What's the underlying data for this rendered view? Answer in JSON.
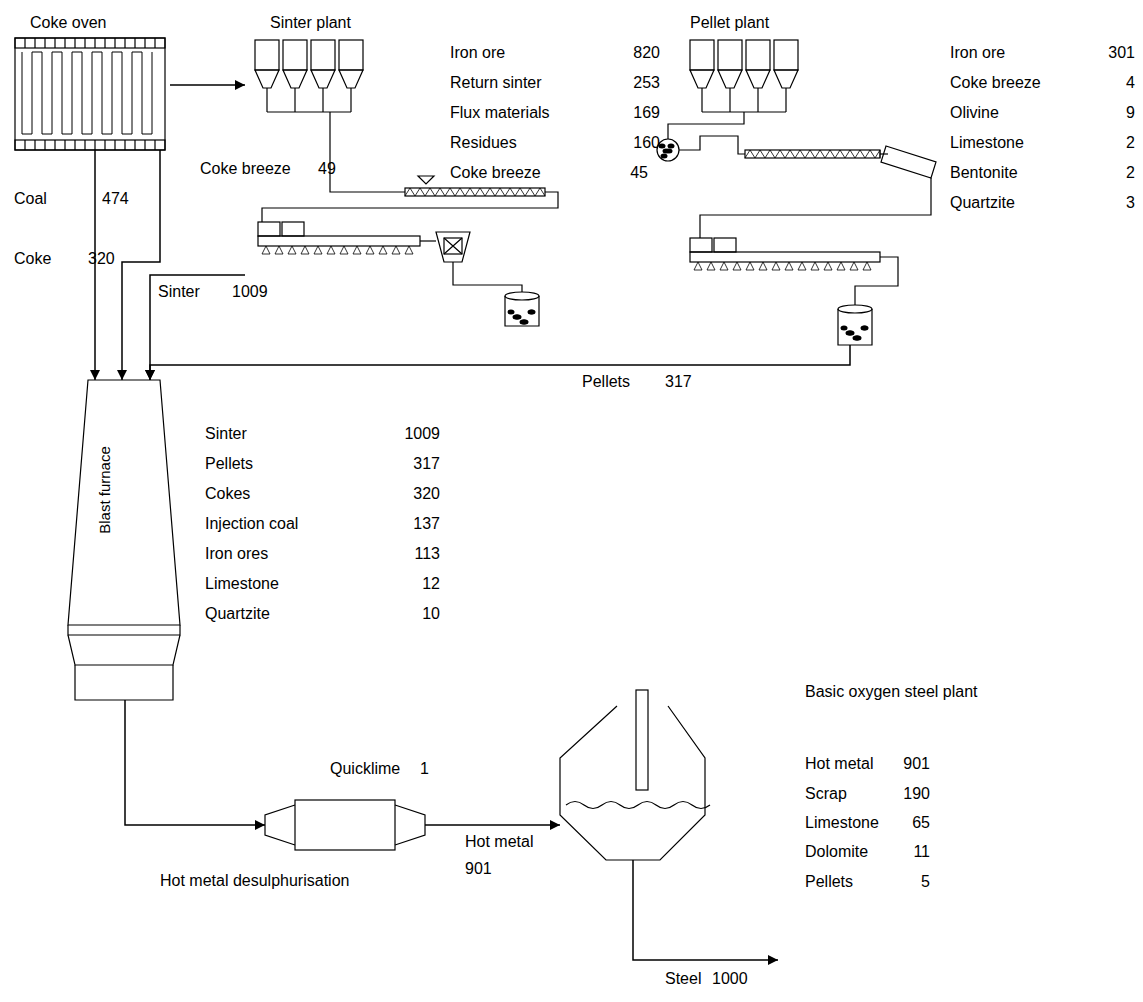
{
  "diagram": {
    "nodes": [
      {
        "text": [
          "Coke oven"
        ]
      },
      {
        "text": [
          "Sinter plant"
        ]
      },
      {
        "text": [
          "Pellet plant"
        ]
      },
      {
        "text": [
          "Blast furnace"
        ]
      },
      {
        "text": [
          "Hot metal desulphurisation"
        ]
      },
      {
        "text": [
          "Basic oxygen steel plant"
        ]
      }
    ],
    "edges": [
      {
        "from": 0,
        "to": 1,
        "arrow": "to"
      },
      {
        "from": 0,
        "to": 3,
        "arrow": "to"
      },
      {
        "from": 0,
        "to": 3,
        "arrow": "to"
      },
      {
        "from": 1,
        "to": 3,
        "arrow": "to"
      },
      {
        "from": 2,
        "to": 3,
        "arrow": "to"
      },
      {
        "from": 3,
        "to": 4,
        "arrow": "to"
      },
      {
        "from": 4,
        "to": 5,
        "arrow": "to"
      }
    ],
    "labels": [
      "Iron ore",
      "820",
      "Return sinter",
      "253",
      "Flux materials",
      "169",
      "Residues",
      "160",
      "Coke breeze",
      "45",
      "Iron ore",
      "301",
      "Coke breeze",
      "4",
      "Olivine",
      "9",
      "Limestone",
      "2",
      "Bentonite",
      "2",
      "Quartzite",
      "3",
      "Sinter",
      "1009",
      "Pellets",
      "317",
      "Cokes",
      "320",
      "Injection coal",
      "137",
      "Iron ores",
      "113",
      "Limestone",
      "12",
      "Quartzite",
      "10",
      "Hot metal",
      "901",
      "Scrap",
      "190",
      "Limestone",
      "65",
      "Dolomite",
      "11",
      "Pellets",
      "5",
      "Quicklime",
      "1",
      "Steel",
      "1000",
      "Coke breeze",
      "49",
      "Coal",
      "474",
      "Coke",
      "320",
      "Sinter",
      "1009",
      "Pellets",
      "317",
      "Hot metal",
      "901"
    ]
  }
}
